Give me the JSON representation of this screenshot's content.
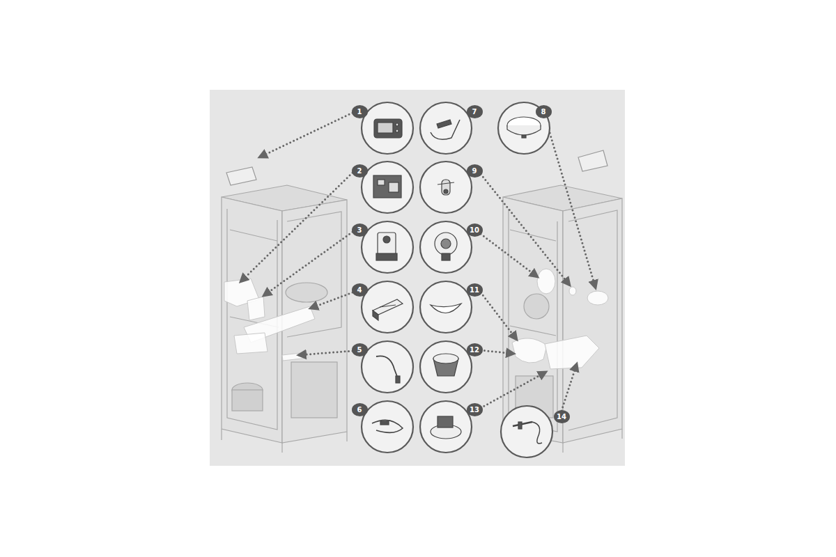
{
  "diagram": {
    "labels": [
      "1",
      "7",
      "8",
      "2",
      "9",
      "3",
      "10",
      "4",
      "11",
      "5",
      "12",
      "6",
      "13",
      "14"
    ]
  }
}
